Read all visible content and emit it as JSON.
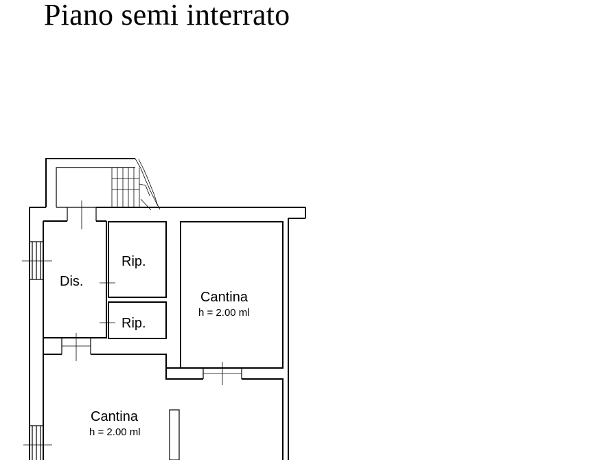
{
  "title": "Piano semi interrato",
  "rooms": [
    {
      "id": "dis",
      "label": "Dis."
    },
    {
      "id": "rip-1",
      "label": "Rip."
    },
    {
      "id": "rip-2",
      "label": "Rip."
    },
    {
      "id": "cantina-right",
      "label": "Cantina",
      "height": "h = 2.00 ml"
    },
    {
      "id": "cantina-bottom",
      "label": "Cantina",
      "height": "h = 2.00 ml"
    }
  ]
}
